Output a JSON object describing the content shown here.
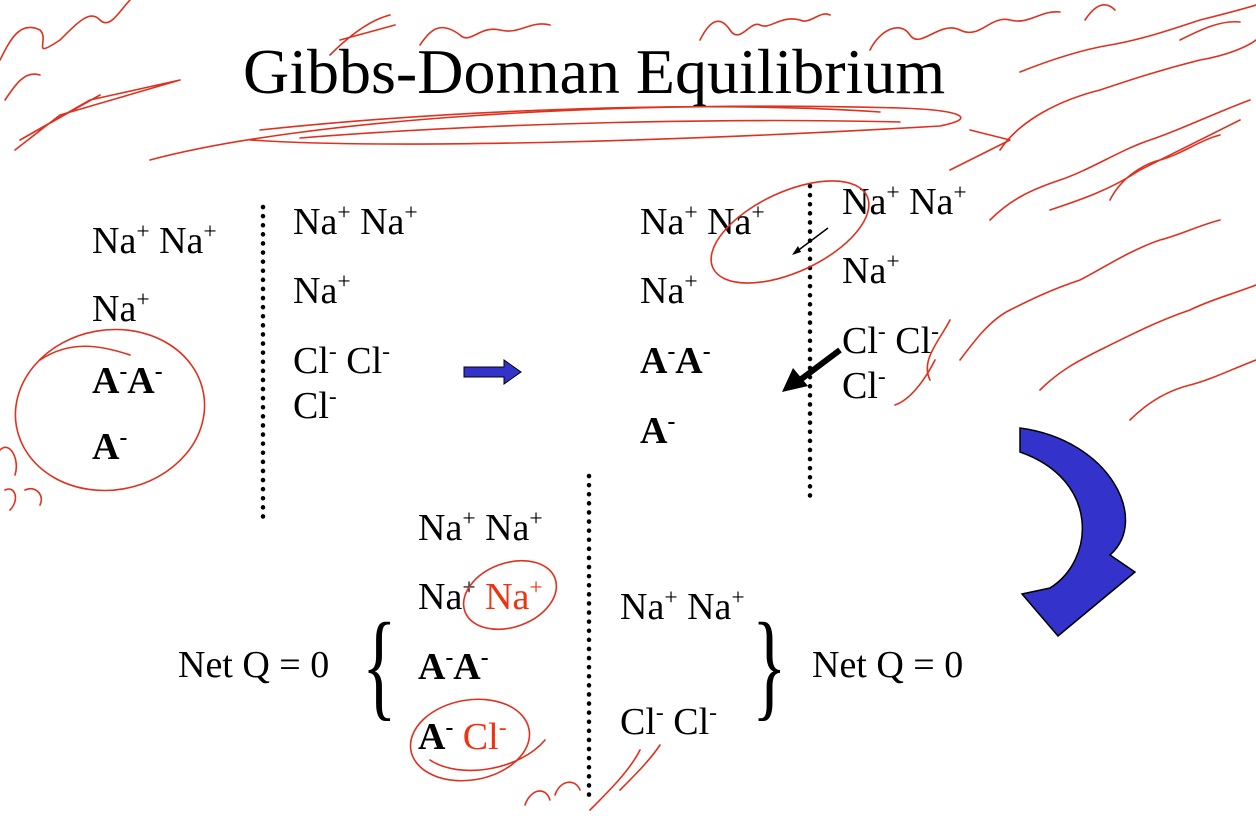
{
  "title": "Gibbs-Donnan Equilibrium",
  "colors": {
    "text": "#000000",
    "highlight": "#ee3311",
    "arrow_blue": "#3333cc",
    "ink": "#e0301e"
  },
  "ion": {
    "na": "Na",
    "cl": "Cl",
    "a": "A",
    "plus": "+",
    "minus": "-"
  },
  "net_charge": {
    "left": "Net Q = 0",
    "right": "Net Q = 0"
  },
  "brace": {
    "open": "{",
    "close": "}"
  },
  "annotations": [
    "handwritten-red-ink",
    "membrane-dotted-line",
    "blue-arrows"
  ]
}
